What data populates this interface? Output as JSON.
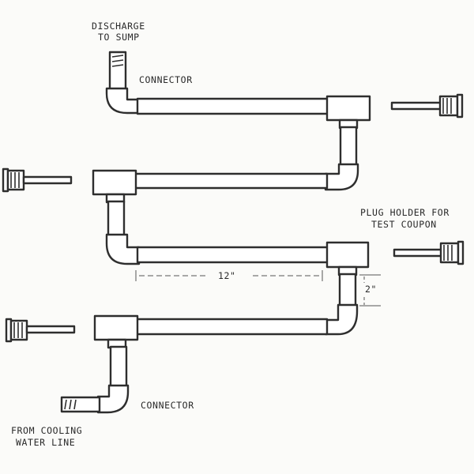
{
  "labels": {
    "discharge_line1": "DISCHARGE",
    "discharge_line2": "TO SUMP",
    "connector_top": "CONNECTOR",
    "plug_holder_line1": "PLUG HOLDER FOR",
    "plug_holder_line2": "TEST COUPON",
    "dimension_length": "12\"",
    "dimension_height": "2\"",
    "connector_bottom": "CONNECTOR",
    "from_line1": "FROM COOLING",
    "from_line2": "WATER LINE"
  },
  "colors": {
    "ink": "#2e2e2e",
    "background": "#fbfbf9"
  }
}
